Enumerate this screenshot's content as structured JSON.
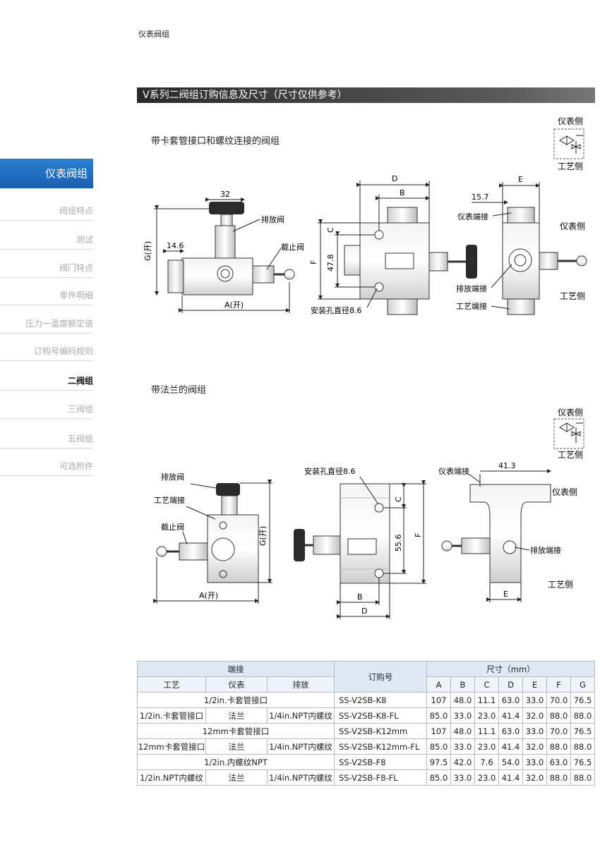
{
  "header": {
    "category": "仪表阀组"
  },
  "title_bar": {
    "text": "V系列二阀组订购信息及尺寸（尺寸仅供参考）"
  },
  "sidebar": {
    "active_label": "仪表阀组",
    "items": [
      {
        "label": "阀组特点"
      },
      {
        "label": "测试"
      },
      {
        "label": "阀门特点"
      },
      {
        "label": "零件明细"
      },
      {
        "label": "压力一温度额定值"
      },
      {
        "label": "订购号编码规则"
      },
      {
        "label": "二阀组"
      },
      {
        "label": "三阀组"
      },
      {
        "label": "五阀组"
      },
      {
        "label": "可选附件"
      }
    ]
  },
  "section1": {
    "title": "带卡套管接口和螺纹连接的阀组",
    "schematic": {
      "top": "仪表侧",
      "bottom": "工艺侧"
    },
    "labels": {
      "d32": "32",
      "d14_6": "14.6",
      "a_open": "A(开)",
      "g_open": "G(开)",
      "drain_valve": "排放阀",
      "shutoff_valve": "截止阀",
      "d": "D",
      "b": "B",
      "c": "C",
      "f": "F",
      "d47_8": "47.8",
      "mount_hole": "安装孔直径8.6",
      "e": "E",
      "d15_7": "15.7",
      "inst_port": "仪表端接",
      "inst_side": "仪表侧",
      "drain_port": "排放端接",
      "proc_port": "工艺端接",
      "proc_side": "工艺侧"
    }
  },
  "section2": {
    "title": "带法兰的阀组",
    "schematic": {
      "top": "仪表侧",
      "bottom": "工艺侧"
    },
    "labels": {
      "drain_valve": "排放阀",
      "proc_port": "工艺端接",
      "shutoff_valve": "截止阀",
      "a_open": "A(开)",
      "g_open": "G(开)",
      "mount_hole": "安装孔直径8.6",
      "c": "C",
      "f": "F",
      "d55_6": "55.6",
      "b": "B",
      "d": "D",
      "inst_port": "仪表端接",
      "d41_3": "41.3",
      "inst_side": "仪表侧",
      "drain_port": "排放端接",
      "e": "E",
      "proc_side": "工艺侧"
    }
  },
  "table": {
    "h_port": "端接",
    "h_order": "订购号",
    "h_dim": "尺寸（mm）",
    "h_process": "工艺",
    "h_instrument": "仪表",
    "h_drain": "排放",
    "dim_cols": [
      "A",
      "B",
      "C",
      "D",
      "E",
      "F",
      "G"
    ],
    "rows": [
      {
        "port_all": "1/2in.卡套管接口",
        "order": "SS-V2SB-K8",
        "dims": [
          "107",
          "48.0",
          "11.1",
          "63.0",
          "33.0",
          "70.0",
          "76.5"
        ]
      },
      {
        "process": "1/2in.卡套管接口",
        "instrument": "法兰",
        "drain": "1/4in.NPT内螺纹",
        "order": "SS-V2SB-K8-FL",
        "dims": [
          "85.0",
          "33.0",
          "23.0",
          "41.4",
          "32.0",
          "88.0",
          "88.0"
        ]
      },
      {
        "port_all": "12mm卡套管接口",
        "order": "SS-V2SB-K12mm",
        "dims": [
          "107",
          "48.0",
          "11.1",
          "63.0",
          "33.0",
          "70.0",
          "76.5"
        ]
      },
      {
        "process": "12mm卡套管接口",
        "instrument": "法兰",
        "drain": "1/4in.NPT内螺纹",
        "order": "SS-V2SB-K12mm-FL",
        "dims": [
          "85.0",
          "33.0",
          "23.0",
          "41.4",
          "32.0",
          "88.0",
          "88.0"
        ]
      },
      {
        "port_all": "1/2in.内螺纹NPT",
        "order": "SS-V2SB-F8",
        "dims": [
          "97.5",
          "42.0",
          "7.6",
          "54.0",
          "33.0",
          "63.0",
          "76.5"
        ]
      },
      {
        "process": "1/2in.NPT内螺纹",
        "instrument": "法兰",
        "drain": "1/4in.NPT内螺纹",
        "order": "SS-V2SB-F8-FL",
        "dims": [
          "85.0",
          "33.0",
          "23.0",
          "41.4",
          "32.0",
          "88.0",
          "88.0"
        ]
      }
    ]
  }
}
